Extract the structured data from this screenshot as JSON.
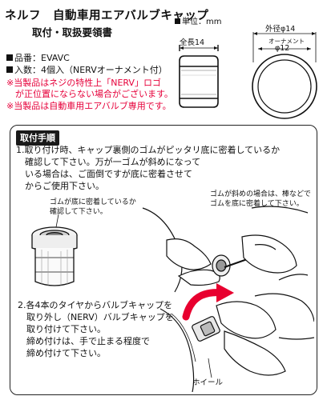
{
  "header": {
    "title": "ネルフ　自動車用エアバルブキャップ",
    "subtitle": "取付・取扱要領書"
  },
  "specs": [
    "品番：EVAVC",
    "入数：4個入（NERVオーナメント付）"
  ],
  "warnings": [
    "※当製品はネジの特性上「NERV」ロゴ",
    "　が正位置にならない場合がございます。",
    "※当製品は自動車用エアバルブ専用です。"
  ],
  "dimensions": {
    "unit_label": "単位：mm",
    "length_label": "全長14",
    "outer_label": "外径φ14",
    "ornament_label": "オーナメント",
    "ornament_dia": "φ12"
  },
  "instructions": {
    "badge": "取付手順",
    "step1": [
      "1.取り付け時、キャップ裏側のゴムがピッタリ底に密着しているか",
      "確認して下さい。万が一ゴムが斜めになって",
      "いる場合は、ご面倒ですが底に密着させて",
      "からご使用下さい。"
    ],
    "callout_slanted": [
      "ゴムが斜めの場合は、棒などで",
      "ゴムを底に密着して下さい。"
    ],
    "callout_flat": [
      "ゴムが底に密着しているか",
      "確認して下さい。"
    ],
    "step2": [
      "2.各4本のタイヤからバルブキャップを",
      "取り外し（NERV）バルブキャップを",
      "取り付けて下さい。",
      "締め付けは、手で止まる程度で",
      "締め付けて下さい。"
    ],
    "wheel_label": "ホイール"
  },
  "colors": {
    "warning": "#e6003a",
    "arrow": "#e8002f",
    "ink": "#111111"
  }
}
